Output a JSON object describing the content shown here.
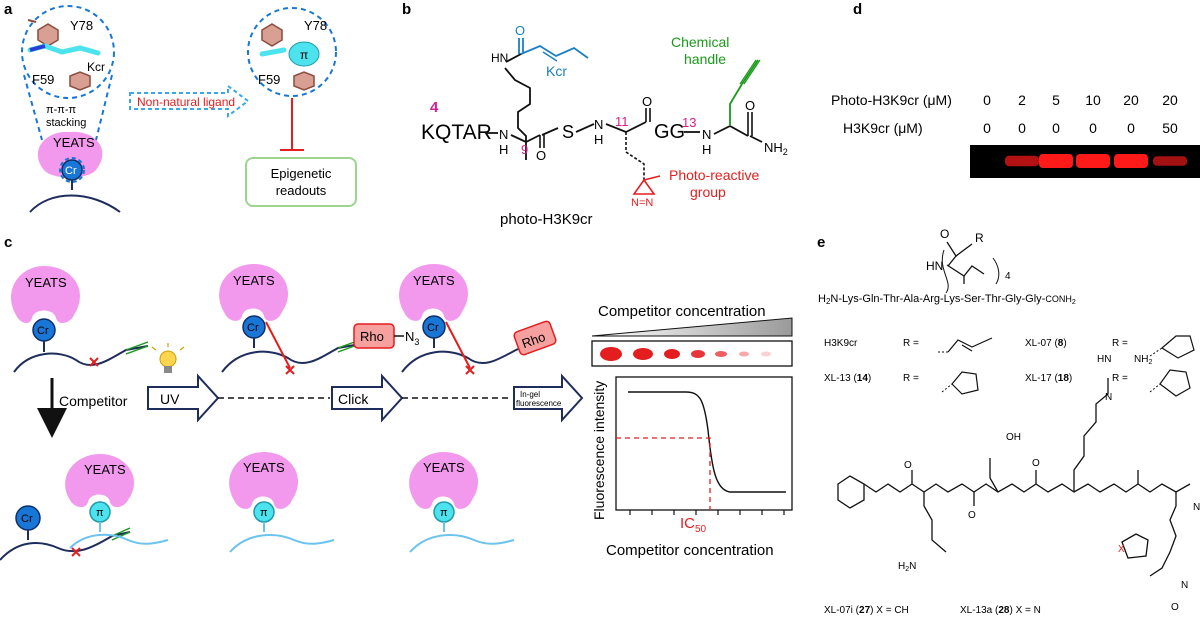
{
  "panels": {
    "a": "a",
    "b": "b",
    "c": "c",
    "d": "d",
    "e": "e"
  },
  "a": {
    "y78": "Y78",
    "kcr": "Kcr",
    "f59": "F59",
    "stacking1": "π-π-π",
    "stacking2": "stacking",
    "yeats": "YEATS",
    "cr": "Cr",
    "y78b": "Y78",
    "pi": "π",
    "f59b": "F59",
    "ligand": "Non-natural ligand",
    "readout1": "Epigenetic",
    "readout2": "readouts"
  },
  "b": {
    "kcr": "Kcr",
    "chem1": "Chemical",
    "chem2": "handle",
    "num4": "4",
    "num9": "9",
    "num11": "11",
    "num13": "13",
    "kqtar": "KQTAR",
    "s": "S",
    "gg": "GG",
    "nh": "N",
    "h": "H",
    "o": "O",
    "n": "N",
    "nh2": "NH",
    "two": "2",
    "nn": "N=N",
    "photo1": "Photo-reactive",
    "photo2": "group",
    "name": "photo-H3K9cr"
  },
  "c": {
    "yeats": "YEATS",
    "cr": "Cr",
    "pi": "π",
    "competitor": "Competitor",
    "uv": "UV",
    "click": "Click",
    "rho": "Rho",
    "n3": "N",
    "ingel1": "In-gel",
    "ingel2": "fluorescence",
    "conc_title": "Competitor concentration",
    "ylabel": "Fluorescence intensity",
    "xlabel": "Competitor concentration",
    "ic": "IC",
    "ic_sub": "50"
  },
  "d": {
    "row1_label": "Photo-H3K9cr (μM)",
    "row2_label": "H3K9cr (μM)",
    "row1_values": [
      "0",
      "2",
      "5",
      "10",
      "20",
      "20"
    ],
    "row2_values": [
      "0",
      "0",
      "0",
      "0",
      "0",
      "50"
    ],
    "band_intensity": [
      0.0,
      0.55,
      1.0,
      1.0,
      1.0,
      0.45
    ],
    "band_color": "#ff1a1a"
  },
  "e": {
    "seq_prefix": "H",
    "seq_sub": "2",
    "seq": "N-Lys-Gln-Thr-Ala-Arg-Lys-Ser-Thr-Gly-Gly-",
    "seq_end": "CONH",
    "seq_end_sub": "2",
    "sc_o": "O",
    "sc_r": "R",
    "sc_hn": "HN",
    "sc_4": "4",
    "entries": [
      {
        "name": "H3K9cr",
        "num": ""
      },
      {
        "name": "XL-07 (",
        "num": "8"
      },
      {
        "name": "XL-13 (",
        "num": "14"
      },
      {
        "name": "XL-17 (",
        "num": "18"
      }
    ],
    "r_eq": "R =",
    "hn": "HN",
    "nh2": "NH",
    "nh": "N",
    "h": "H",
    "oh": "OH",
    "o": "O",
    "n": "N",
    "x": "X",
    "h2n": "H",
    "h2n_end": "N",
    "sub2": "2",
    "bottom1": "XL-07i (",
    "bottom1_num": "27",
    "bottom1_end": ")  X = CH",
    "bottom2": "XL-13a (",
    "bottom2_num": "28",
    "bottom2_end": ")  X = N"
  },
  "colors": {
    "pink": "#f080e8",
    "blue": "#1877d6",
    "cyan": "#4de3ee",
    "red": "#e41e1e",
    "green": "#1a9a1a",
    "kcr_blue": "#1b7fc4",
    "magenta": "#d61f8c",
    "brick": "#c98c7e"
  }
}
